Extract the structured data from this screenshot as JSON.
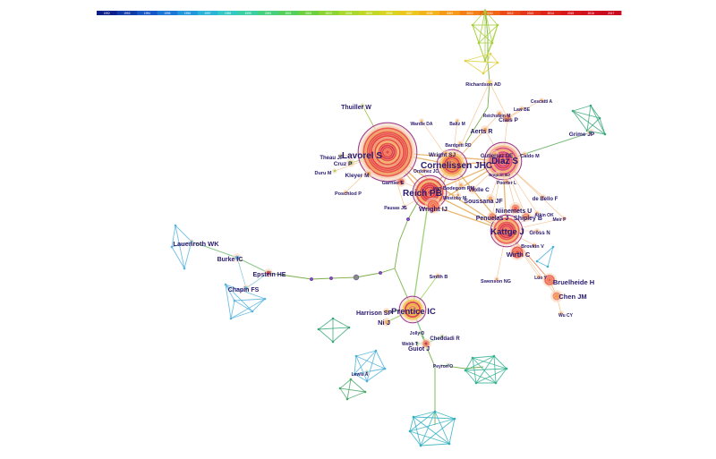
{
  "timeline": {
    "years": [
      "1992",
      "1993",
      "1994",
      "1995",
      "1996",
      "1997",
      "1998",
      "1999",
      "2000",
      "2001",
      "2002",
      "2003",
      "2004",
      "2005",
      "2006",
      "2007",
      "2008",
      "2009",
      "2010",
      "2011",
      "2012",
      "2013",
      "2014",
      "2015",
      "2016",
      "2017"
    ],
    "colors": [
      "#0b1f8a",
      "#103aa6",
      "#1557c4",
      "#1b76d6",
      "#2396dc",
      "#2cb3d8",
      "#35c8c4",
      "#3bcfa3",
      "#46d07e",
      "#55cf5b",
      "#6cd040",
      "#8bd434",
      "#a9d82e",
      "#c2d829",
      "#d9d424",
      "#ebc720",
      "#f4b21c",
      "#f79a19",
      "#f57f17",
      "#f06416",
      "#ea4b17",
      "#e43619",
      "#dd241b",
      "#d8171d",
      "#d1101e",
      "#c90b1f"
    ]
  },
  "authors": [
    {
      "id": "lavorel",
      "label": "Lavorel S",
      "color": "#e8453c",
      "emph": true
    },
    {
      "id": "cornelissen",
      "label": "Cornelissen JHC",
      "color": "#f08a3a",
      "emph": true
    },
    {
      "id": "diaz",
      "label": "Diaz S",
      "color": "#d8417a",
      "emph": true
    },
    {
      "id": "reich",
      "label": "Reich PB",
      "color": "#e03a3a",
      "emph": true
    },
    {
      "id": "kattge",
      "label": "Kattge J",
      "color": "#e84848",
      "emph": true
    },
    {
      "id": "prentice",
      "label": "Prentice IC",
      "color": "#f2c23a",
      "emph": true
    },
    {
      "id": "wright_ij",
      "label": "Wright IJ",
      "color": "#f06040",
      "emph": false
    },
    {
      "id": "wirth",
      "label": "Wirth C",
      "color": "#e84a40",
      "emph": false
    },
    {
      "id": "niinemets",
      "label": "Niinemets U",
      "color": "#e85a50",
      "emph": false
    },
    {
      "id": "penuelas",
      "label": "Penuelas J",
      "color": "#f07a4a",
      "emph": false
    },
    {
      "id": "shipley",
      "label": "Shipley B",
      "color": "#f0904a",
      "emph": false
    },
    {
      "id": "soussana",
      "label": "Soussana JF",
      "color": "#f0a050",
      "emph": false
    },
    {
      "id": "violle",
      "label": "Violle C",
      "color": "#f08850",
      "emph": false
    },
    {
      "id": "poorter",
      "label": "Poorter L",
      "color": "#f09850",
      "emph": false
    },
    {
      "id": "aerts",
      "label": "Aerts R",
      "color": "#f0a050",
      "emph": false
    },
    {
      "id": "ciais",
      "label": "Ciais P",
      "color": "#f29040",
      "emph": false
    },
    {
      "id": "law",
      "label": "Law BE",
      "color": "#f2a840",
      "emph": false
    },
    {
      "id": "cescatti",
      "label": "Cescatti A",
      "color": "#f29a40",
      "emph": false
    },
    {
      "id": "reichstein",
      "label": "Reichstein M",
      "color": "#f08a40",
      "emph": false
    },
    {
      "id": "richardson",
      "label": "Richardson AD",
      "color": "#e8d040",
      "emph": false
    },
    {
      "id": "baltz",
      "label": "Baltz M",
      "color": "#f0b050",
      "emph": false
    },
    {
      "id": "wardle",
      "label": "Wardle DA",
      "color": "#f0c060",
      "emph": false
    },
    {
      "id": "bardgett",
      "label": "Bardgett RD",
      "color": "#f0b050",
      "emph": false
    },
    {
      "id": "wright_sj",
      "label": "Wright SJ",
      "color": "#f0a050",
      "emph": false
    },
    {
      "id": "garnier",
      "label": "Garnier E",
      "color": "#b83030",
      "emph": false
    },
    {
      "id": "ordonez",
      "label": "Ordonez JC",
      "color": "#f0a050",
      "emph": false
    },
    {
      "id": "vanbodegom",
      "label": "van Bodegom PM",
      "color": "#f0a050",
      "emph": false
    },
    {
      "id": "westoby",
      "label": "Westoby M",
      "color": "#f09050",
      "emph": false
    },
    {
      "id": "enquist",
      "label": "Enquist BJ",
      "color": "#f0a050",
      "emph": false
    },
    {
      "id": "gutierrez",
      "label": "Gutierrez DE",
      "color": "#f0a050",
      "emph": false
    },
    {
      "id": "cuicido",
      "label": "Caldo M",
      "color": "#f0a050",
      "emph": false
    },
    {
      "id": "grime",
      "label": "Grime JP",
      "color": "#4ab478",
      "emph": false
    },
    {
      "id": "debello",
      "label": "de Bello F",
      "color": "#f09050",
      "emph": false
    },
    {
      "id": "atkin",
      "label": "Atkin OK",
      "color": "#f09050",
      "emph": false
    },
    {
      "id": "meir",
      "label": "Meir P",
      "color": "#f09050",
      "emph": false
    },
    {
      "id": "gross",
      "label": "Gross N",
      "color": "#f09050",
      "emph": false
    },
    {
      "id": "bruelheide",
      "label": "Bruelheide H",
      "color": "#e85a48",
      "emph": false
    },
    {
      "id": "chen",
      "label": "Chen JM",
      "color": "#f0a040",
      "emph": false
    },
    {
      "id": "wu",
      "label": "Wu CY",
      "color": "#f0b040",
      "emph": false
    },
    {
      "id": "luo",
      "label": "Luo Y",
      "color": "#f09040",
      "emph": false
    },
    {
      "id": "brovkin",
      "label": "Brovkin V",
      "color": "#f09050",
      "emph": false
    },
    {
      "id": "swenson",
      "label": "Swenson NG",
      "color": "#f09050",
      "emph": false
    },
    {
      "id": "thuiller",
      "label": "Thuiller W",
      "color": "#6cc050",
      "emph": false
    },
    {
      "id": "thenw",
      "label": "Theau JP",
      "color": "#a0c840",
      "emph": false
    },
    {
      "id": "cruz",
      "label": "Cruz P",
      "color": "#a0c840",
      "emph": false
    },
    {
      "id": "duru",
      "label": "Duru M",
      "color": "#a0c840",
      "emph": false
    },
    {
      "id": "kleyer",
      "label": "Kleyer M",
      "color": "#f0a050",
      "emph": false
    },
    {
      "id": "poschlod",
      "label": "Poschlod P",
      "color": "#f0a050",
      "emph": false
    },
    {
      "id": "pausas",
      "label": "Pausas JG",
      "color": "#8a5ab0",
      "emph": false
    },
    {
      "id": "lauenroth",
      "label": "Lauenroth WK",
      "color": "#4aa0d0",
      "emph": false
    },
    {
      "id": "burke",
      "label": "Burke IC",
      "color": "#4aa0d0",
      "emph": false
    },
    {
      "id": "epstein",
      "label": "Epstein HE",
      "color": "#c03838",
      "emph": false
    },
    {
      "id": "chapin",
      "label": "Chapin FS",
      "color": "#4ab0d0",
      "emph": false
    },
    {
      "id": "smith",
      "label": "Smith B",
      "color": "#f0a050",
      "emph": false
    },
    {
      "id": "harrison",
      "label": "Harrison SP",
      "color": "#f0b050",
      "emph": false
    },
    {
      "id": "ni",
      "label": "Ni J",
      "color": "#f0b050",
      "emph": false
    },
    {
      "id": "jolly",
      "label": "Jolly D",
      "color": "#4ab478",
      "emph": false
    },
    {
      "id": "webb",
      "label": "Webb T",
      "color": "#4ab478",
      "emph": false
    },
    {
      "id": "cheddadi",
      "label": "Cheddadi R",
      "color": "#4ab478",
      "emph": false
    },
    {
      "id": "guiot",
      "label": "Guiot J",
      "color": "#c03838",
      "emph": false
    },
    {
      "id": "lewis",
      "label": "Lewis A",
      "color": "#4ab0d0",
      "emph": false
    },
    {
      "id": "peyron",
      "label": "Peyron O",
      "color": "#3ab090",
      "emph": false
    }
  ]
}
